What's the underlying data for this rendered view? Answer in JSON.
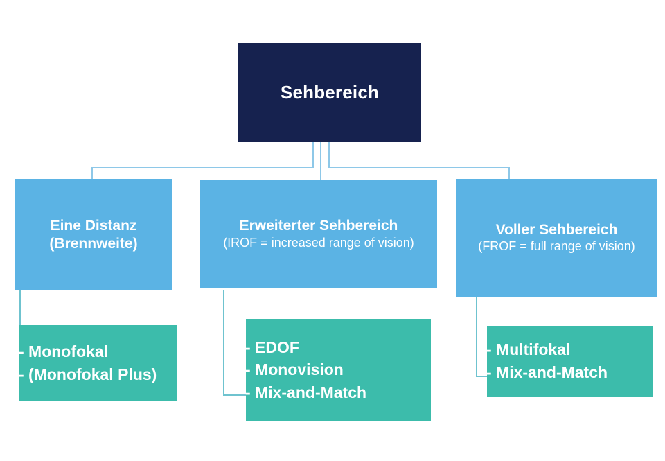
{
  "diagram": {
    "title": "Sehbereich",
    "accent_colors": {
      "root_fill": "#16224f",
      "level2_fill": "#5bb3e4",
      "leaf_fill": "#3cbcab",
      "connector": "#8ec8e8",
      "text": "#ffffff",
      "background": "#ffffff"
    },
    "root": {
      "label": "Sehbereich"
    },
    "branches": [
      {
        "id": "eine-distanz",
        "title": "Eine Distanz",
        "subtitle": "(Brennweite)",
        "subtitle_same_size": true,
        "leaf_items": [
          "- Monofokal",
          "- (Monofokal Plus)"
        ]
      },
      {
        "id": "erweiterter-sehbereich",
        "title": "Erweiterter Sehbereich",
        "subtitle": "(IROF = increased range of vision)",
        "subtitle_same_size": false,
        "leaf_items": [
          "- EDOF",
          "- Monovision",
          "- Mix-and-Match"
        ]
      },
      {
        "id": "voller-sehbereich",
        "title": "Voller Sehbereich",
        "subtitle": "(FROF = full range of vision)",
        "subtitle_same_size": false,
        "leaf_items": [
          "- Multifokal",
          "- Mix-and-Match"
        ]
      }
    ]
  }
}
